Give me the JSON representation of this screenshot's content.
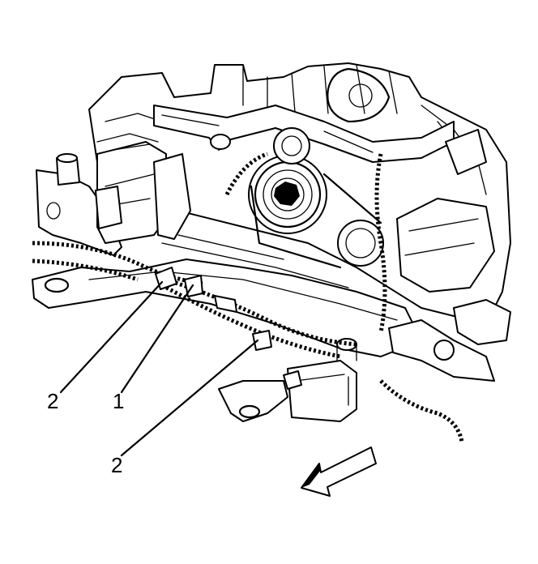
{
  "callouts": {
    "left_connector": "2",
    "center_connector": "1",
    "lower_connector": "2"
  },
  "colors": {
    "ink": "#000000",
    "paper": "#ffffff"
  }
}
